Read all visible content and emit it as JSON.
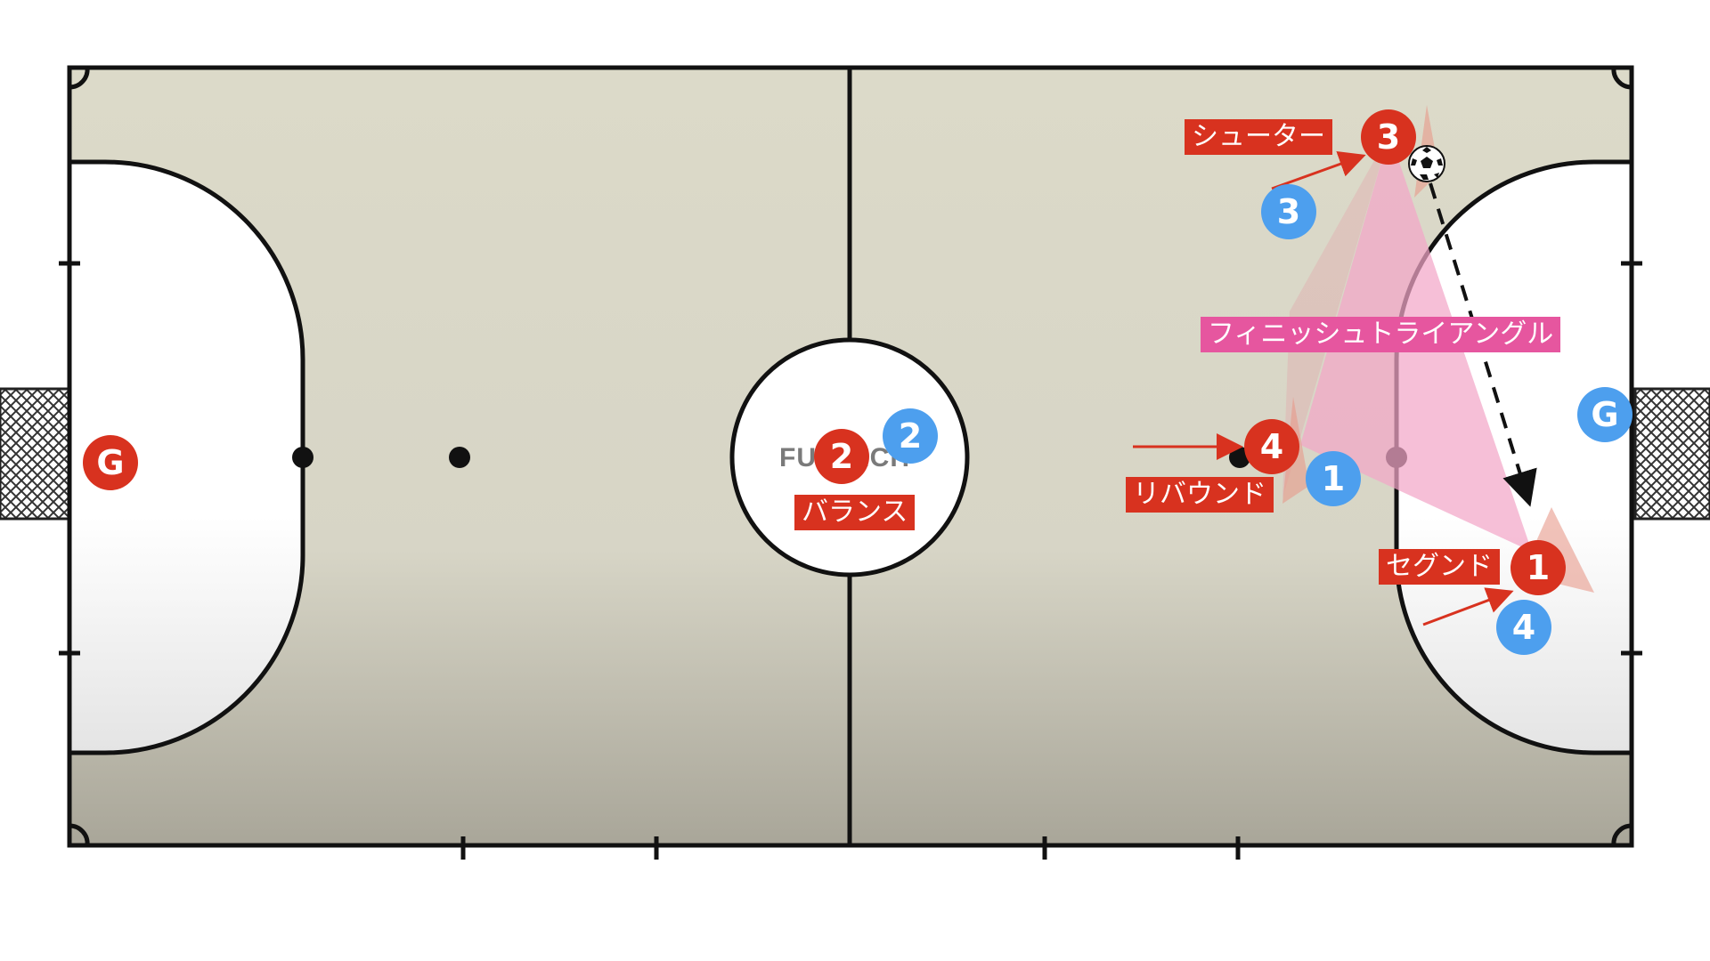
{
  "colors": {
    "court": "#d9d7c8",
    "court_bottom": "#aaa79a",
    "lines": "#111111",
    "team_red": "#d8321f",
    "team_blue": "#4d9fee",
    "triangle": "#f2a6c8",
    "label_pink": "#e6569f"
  },
  "watermark": "FUTTECH",
  "labels": {
    "shooter": "シューター",
    "triangle": "フィニッシュトライアングル",
    "rebound": "リバウンド",
    "second": "セグンド",
    "balance": "バランス"
  },
  "players": {
    "red": {
      "gk": "G",
      "p1": "1",
      "p2": "2",
      "p3": "3",
      "p4": "4"
    },
    "blue": {
      "gk": "G",
      "p1": "1",
      "p2": "2",
      "p3": "3",
      "p4": "4"
    }
  },
  "icons": {
    "ball": "soccer-ball-icon",
    "goal_net": "goal-net-icon"
  }
}
